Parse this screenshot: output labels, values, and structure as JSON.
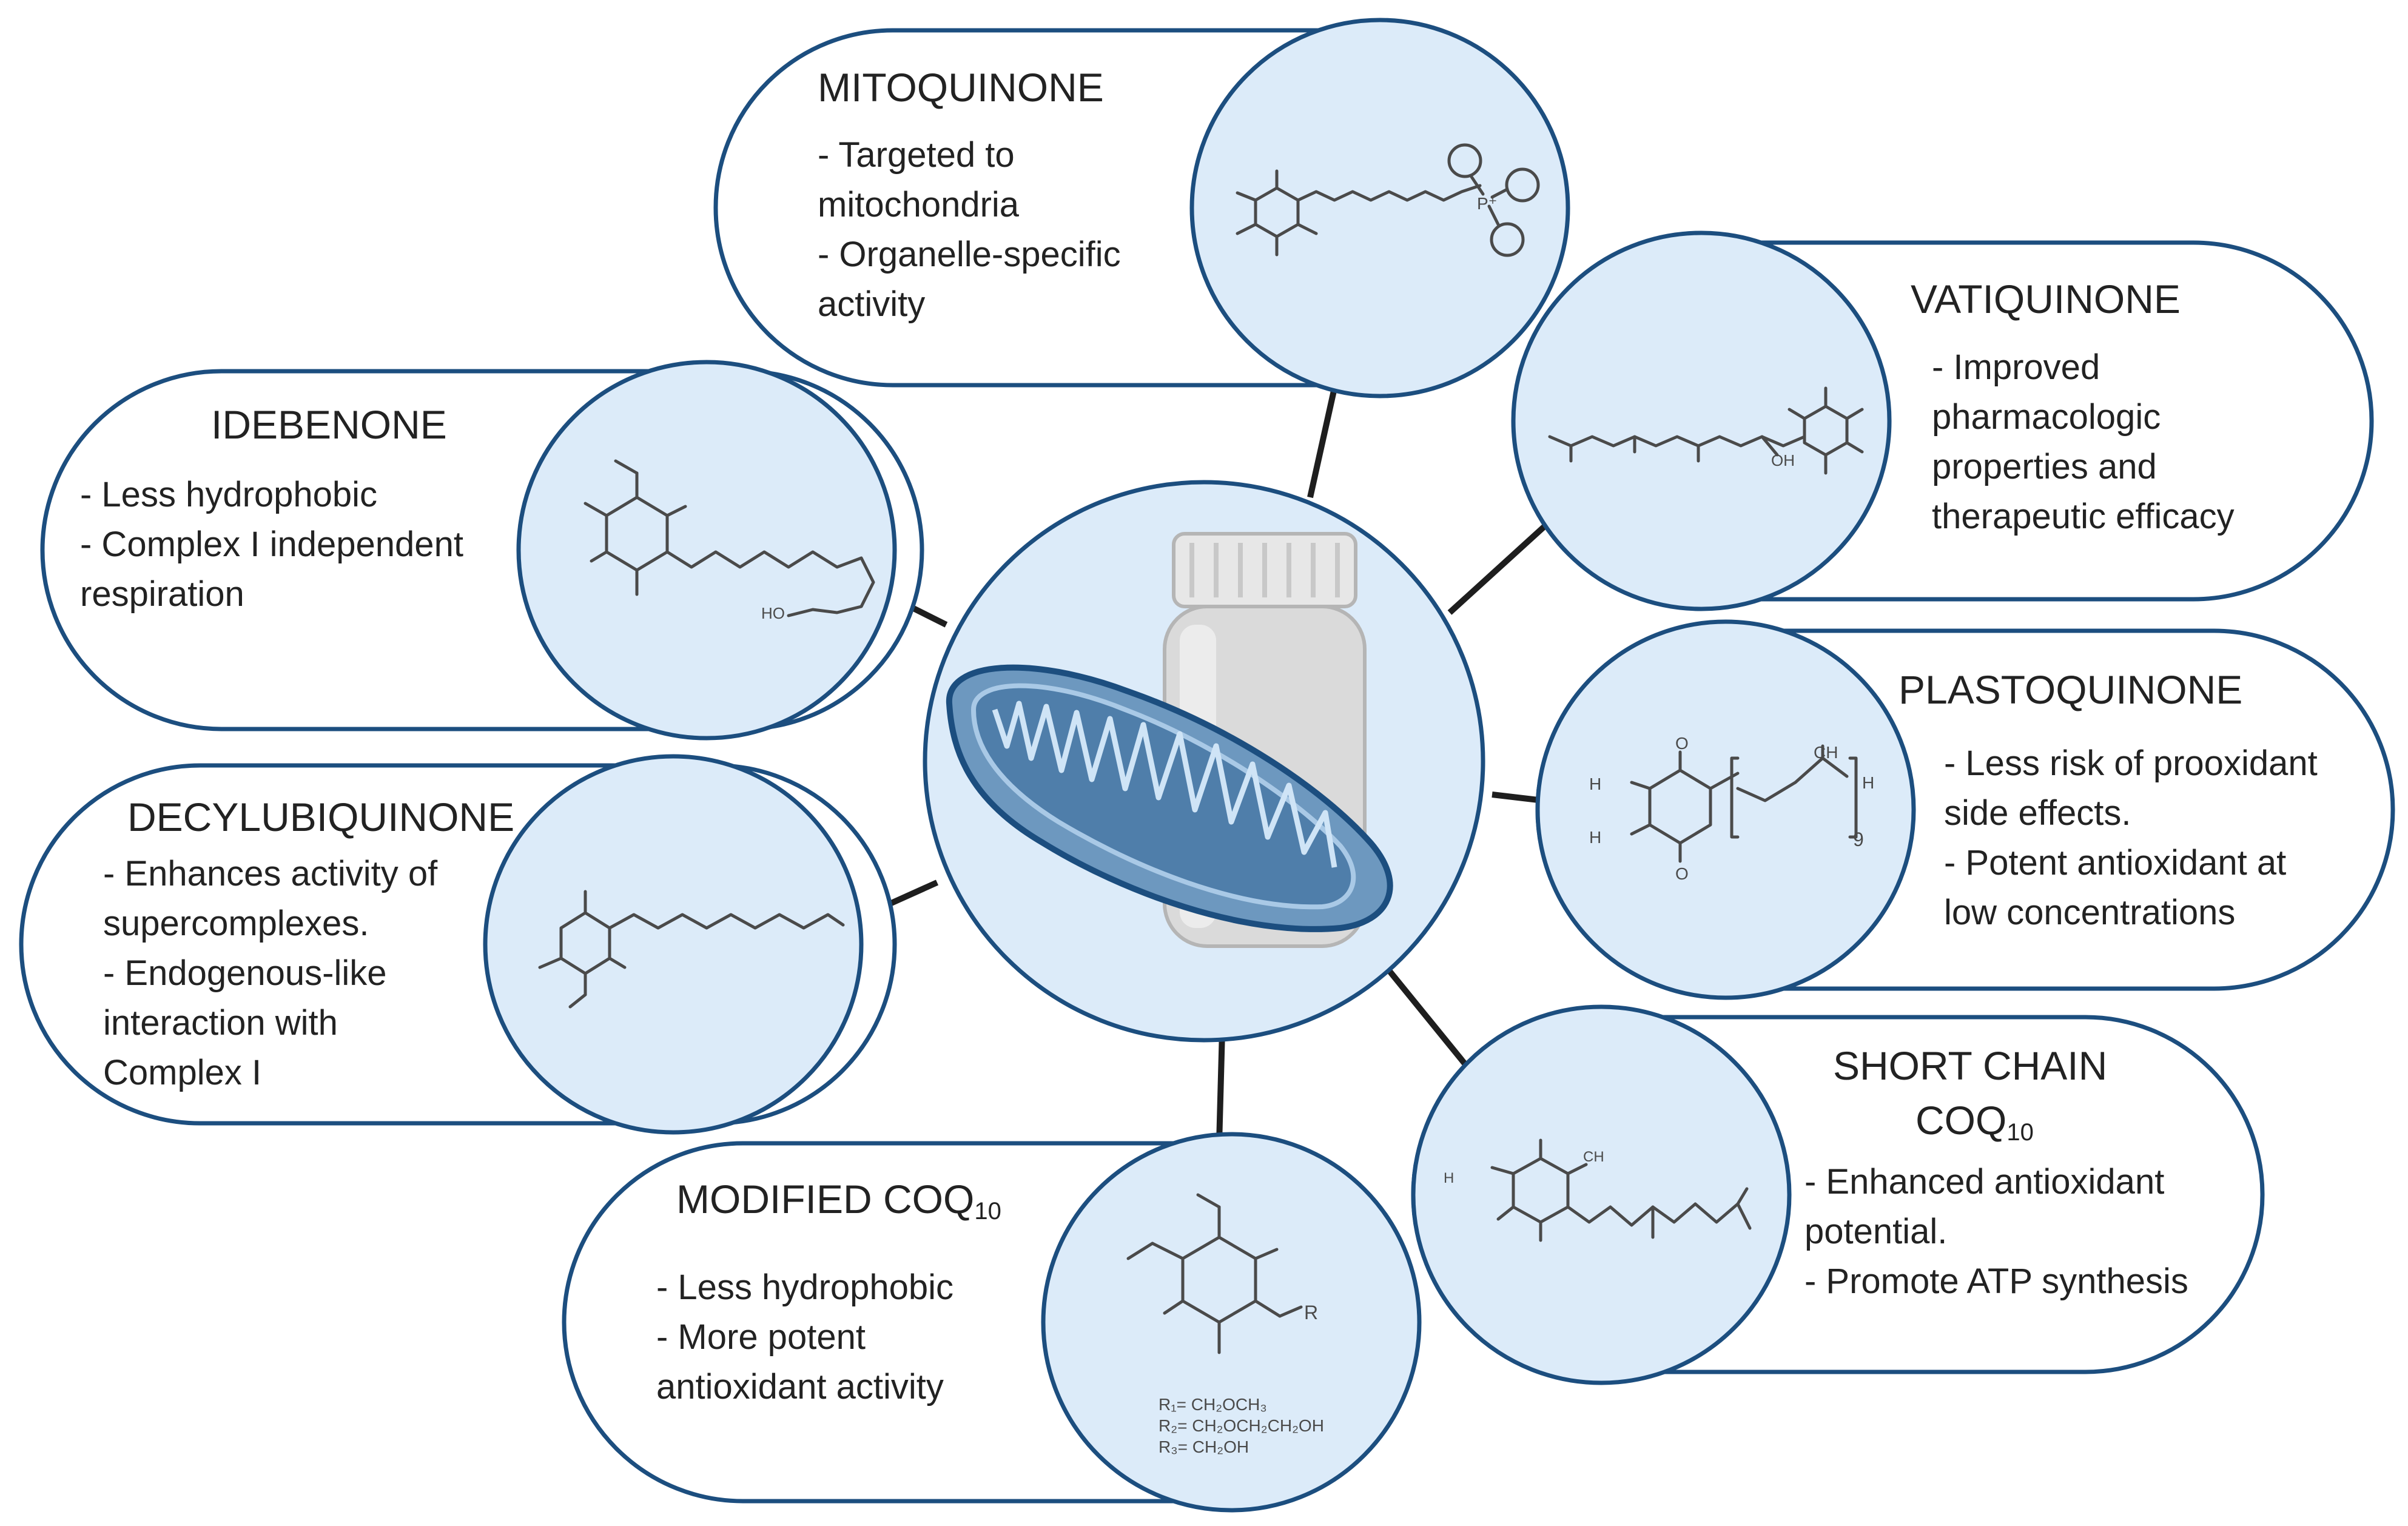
{
  "center": {
    "bottle_icon": "pill-bottle-icon",
    "mito_icon": "mitochondrion-icon"
  },
  "colors": {
    "circle_fill": "#dcebf9",
    "border": "#1c4e7f",
    "connector": "#1e1e1e",
    "text": "#222222"
  },
  "mitoquinone": {
    "title": "MITOQUINONE",
    "lines": [
      "- Targeted to",
      "mitochondria",
      "- Organelle-specific",
      "activity"
    ],
    "chem": {
      "p_plus": "P⁺"
    }
  },
  "vatiquinone": {
    "title": "VATIQUINONE",
    "lines": [
      "- Improved",
      "pharmacologic",
      "properties and",
      "therapeutic efficacy"
    ],
    "chem": {
      "oh": "OH"
    }
  },
  "idebenone": {
    "title": "IDEBENONE",
    "lines": [
      "- Less hydrophobic",
      "- Complex I independent",
      "respiration"
    ],
    "chem": {
      "ho": "HO"
    }
  },
  "plastoquinone": {
    "title": "PLASTOQUINONE",
    "lines": [
      "- Less risk of prooxidant",
      "side effects.",
      "- Potent antioxidant at",
      "low concentrations"
    ],
    "chem": {
      "h3c": "H",
      "ch3": "CH",
      "o": "O",
      "h": "H",
      "n": "9"
    }
  },
  "decylubiquinone": {
    "title": "DECYLUBIQUINONE",
    "lines": [
      "- Enhances activity of",
      "supercomplexes.",
      "- Endogenous-like",
      "interaction with",
      " Complex I"
    ]
  },
  "short_chain": {
    "title_line1": "SHORT CHAIN",
    "title_line2_main": "COQ",
    "title_line2_sub": "10",
    "lines": [
      "- Enhanced antioxidant",
      "potential.",
      "- Promote ATP synthesis"
    ],
    "chem": {
      "h3c": "H",
      "ch3": "CH"
    }
  },
  "modified": {
    "title_main": "MODIFIED COQ",
    "title_sub": "10",
    "lines": [
      "- Less hydrophobic",
      "- More potent",
      "antioxidant activity"
    ],
    "chem": {
      "r": "R",
      "r_lines": [
        "R₁= CH₂OCH₃",
        "R₂= CH₂OCH₂CH₂OH",
        "R₃=  CH₂OH"
      ]
    }
  }
}
